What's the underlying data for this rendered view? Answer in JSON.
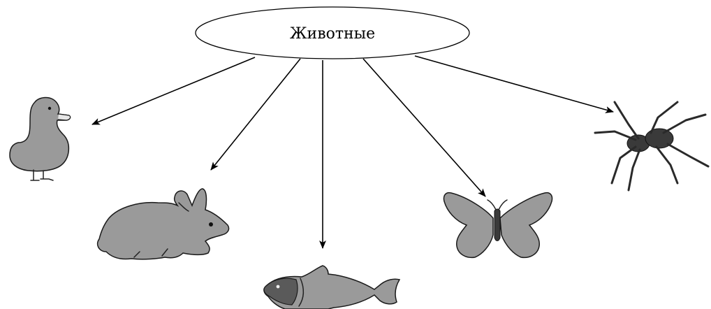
{
  "diagram": {
    "root": {
      "label": "Животные"
    },
    "children": [
      {
        "id": "duck",
        "icon": "duck-icon"
      },
      {
        "id": "rabbit",
        "icon": "rabbit-icon"
      },
      {
        "id": "fish",
        "icon": "fish-icon"
      },
      {
        "id": "butterfly",
        "icon": "butterfly-icon"
      },
      {
        "id": "spider",
        "icon": "spider-icon"
      }
    ],
    "colors": {
      "line": "#000000",
      "animal_fill": "#9a9a9a",
      "outline": "#1a1a1a"
    }
  }
}
